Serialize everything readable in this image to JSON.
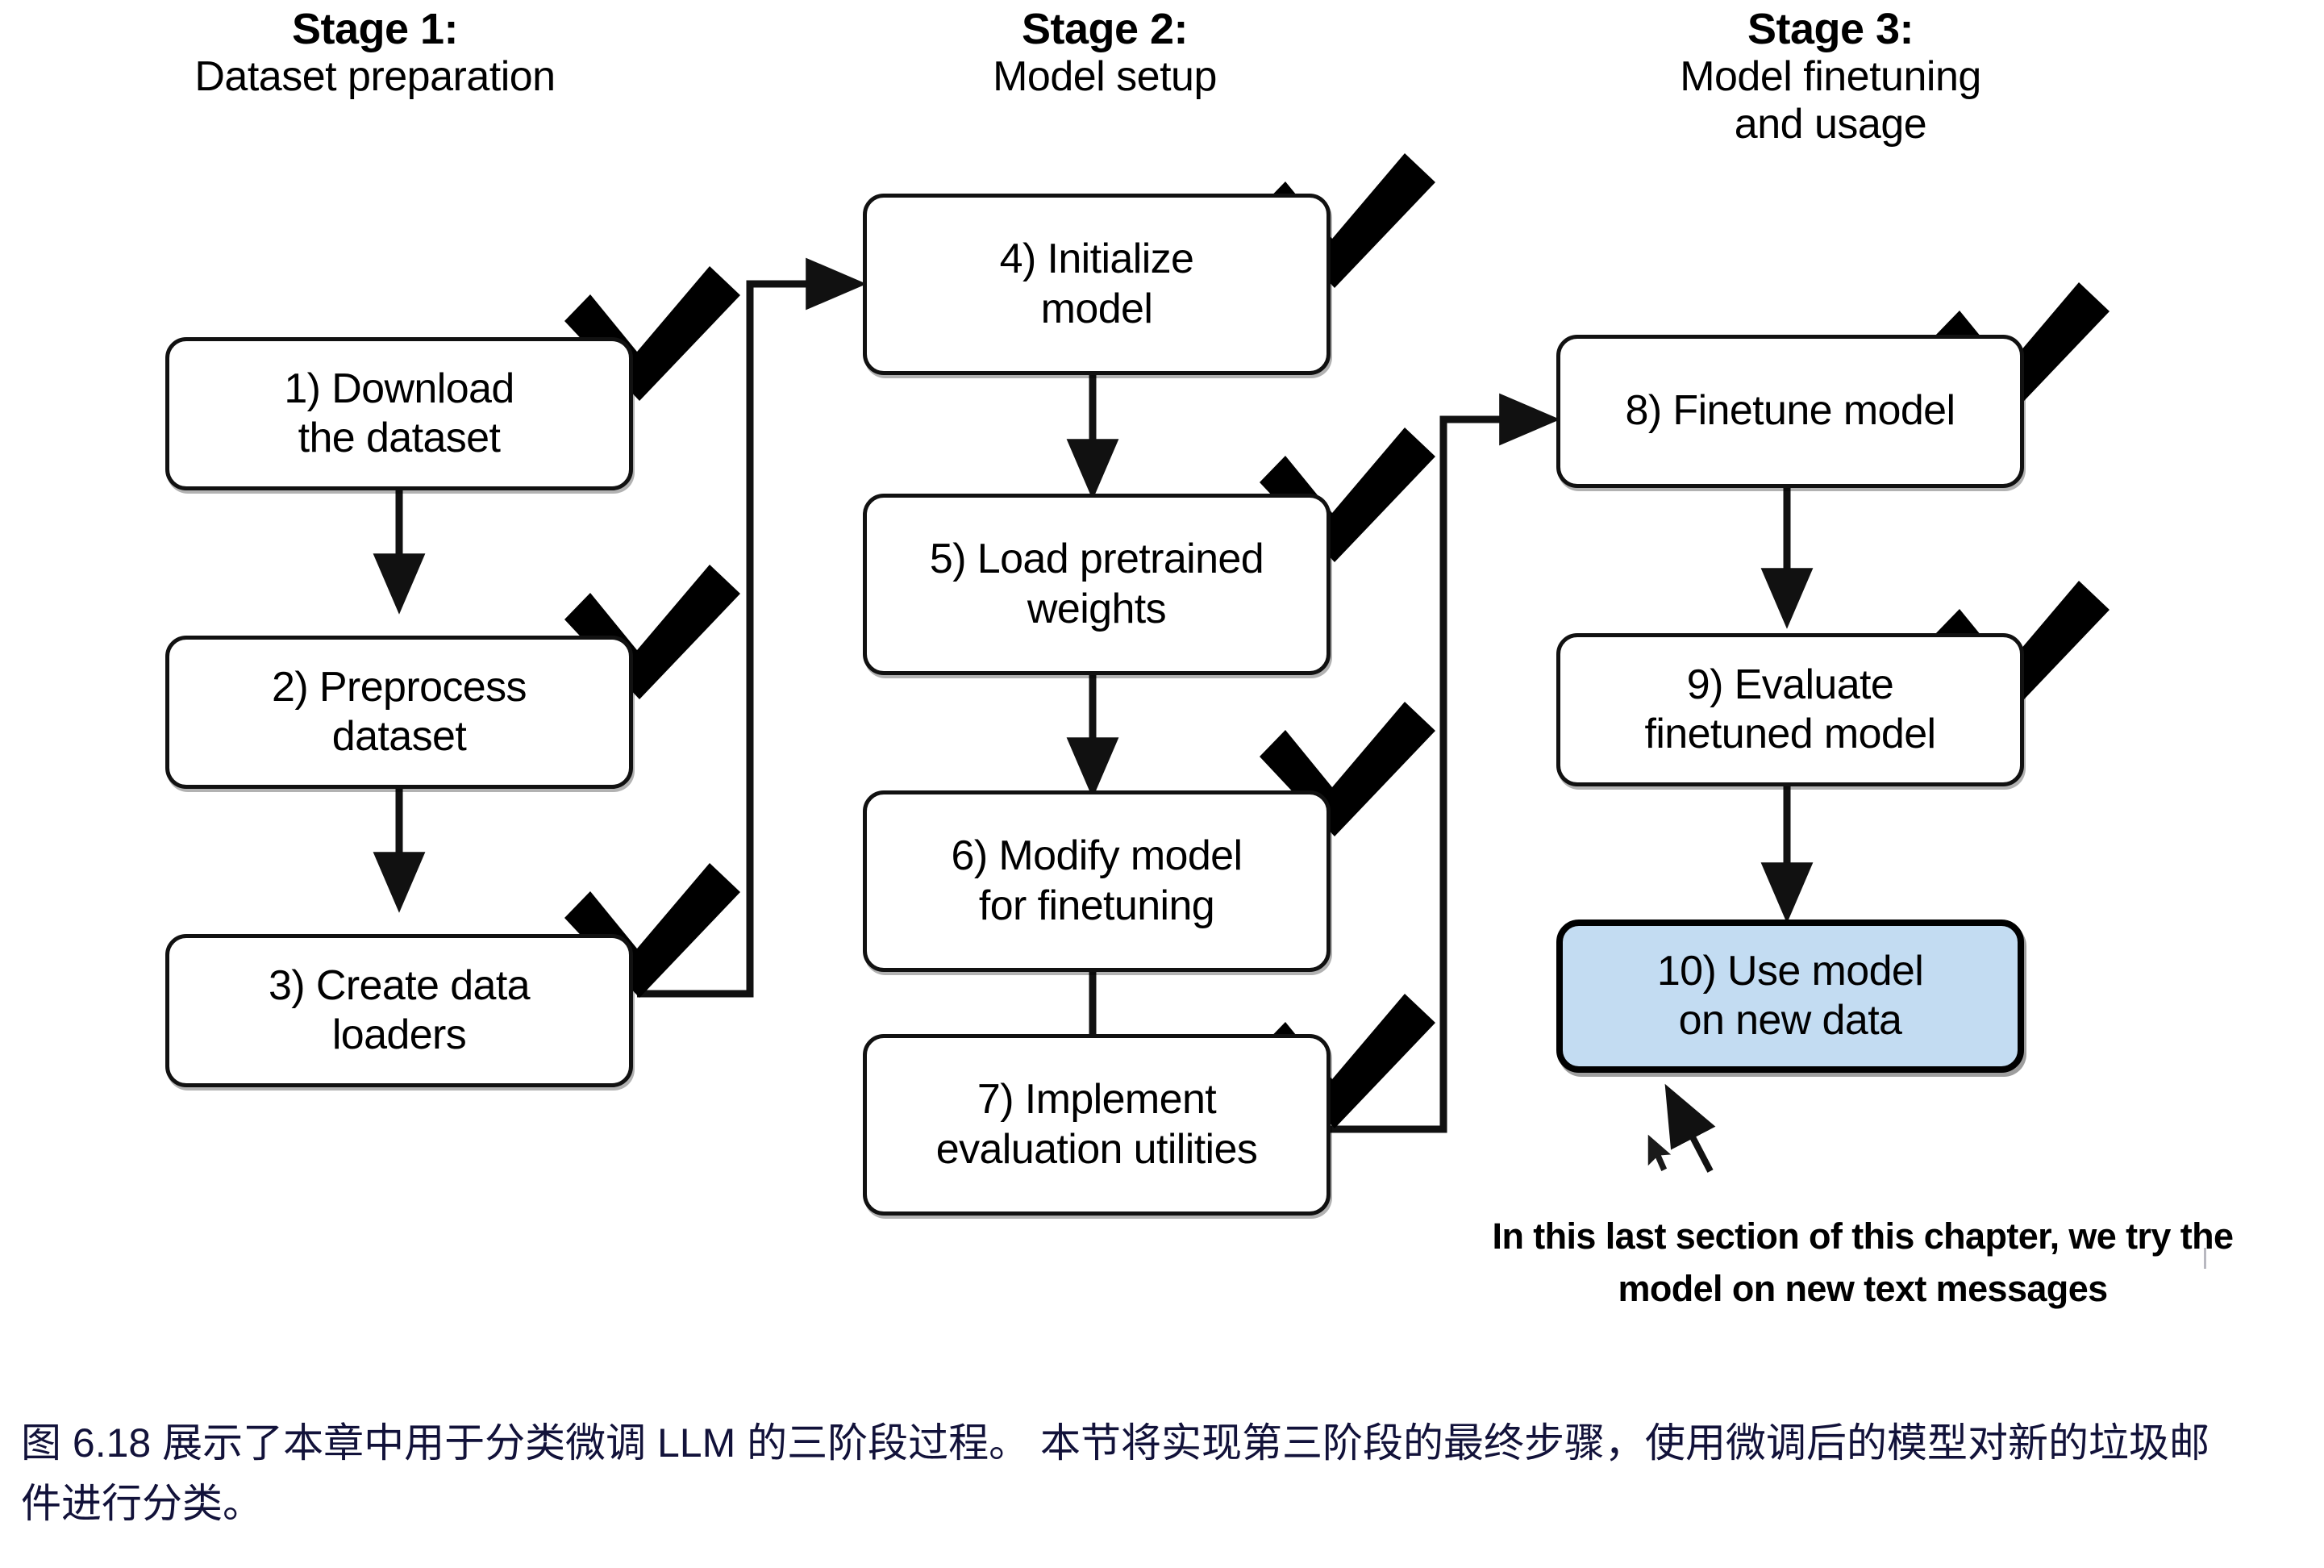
{
  "figure": {
    "stages": [
      {
        "id": "stage-1",
        "number": "Stage 1:",
        "name": "Dataset preparation"
      },
      {
        "id": "stage-2",
        "number": "Stage 2:",
        "name": "Model setup"
      },
      {
        "id": "stage-3",
        "number": "Stage 3:",
        "name": "Model finetuning and usage"
      }
    ],
    "stage3_name_line1": "Model finetuning",
    "stage3_name_line2": "and usage",
    "nodes": [
      {
        "id": "node-1",
        "line1": "1) Download",
        "line2": "the dataset",
        "checked": true,
        "highlight": false
      },
      {
        "id": "node-2",
        "line1": "2) Preprocess",
        "line2": "dataset",
        "checked": true,
        "highlight": false
      },
      {
        "id": "node-3",
        "line1": "3) Create data",
        "line2": "loaders",
        "checked": true,
        "highlight": false
      },
      {
        "id": "node-4",
        "line1": "4) Initialize",
        "line2": "model",
        "checked": true,
        "highlight": false
      },
      {
        "id": "node-5",
        "line1": "5) Load pretrained",
        "line2": "weights",
        "checked": true,
        "highlight": false
      },
      {
        "id": "node-6",
        "line1": "6) Modify model",
        "line2": "for finetuning",
        "checked": true,
        "highlight": false
      },
      {
        "id": "node-7",
        "line1": "7) Implement",
        "line2": "evaluation utilities",
        "checked": true,
        "highlight": false
      },
      {
        "id": "node-8",
        "line1": "8) Finetune model",
        "line2": "",
        "checked": true,
        "highlight": false
      },
      {
        "id": "node-9",
        "line1": "9) Evaluate",
        "line2": "finetuned model",
        "checked": true,
        "highlight": false
      },
      {
        "id": "node-10",
        "line1": "10) Use model",
        "line2": "on new data",
        "checked": false,
        "highlight": true
      }
    ],
    "annotation": {
      "line1": "In this last section of this chapter, we try the",
      "line2": "model on new text messages"
    },
    "colors": {
      "highlight_fill": "#c3dcf2",
      "stroke": "#111111",
      "caption_text": "#12123a"
    }
  },
  "caption": {
    "text": "图 6.18 展示了本章中用于分类微调 LLM 的三阶段过程。 本节将实现第三阶段的最终步骤，使用微调后的模型对新的垃圾邮件进行分类。"
  }
}
